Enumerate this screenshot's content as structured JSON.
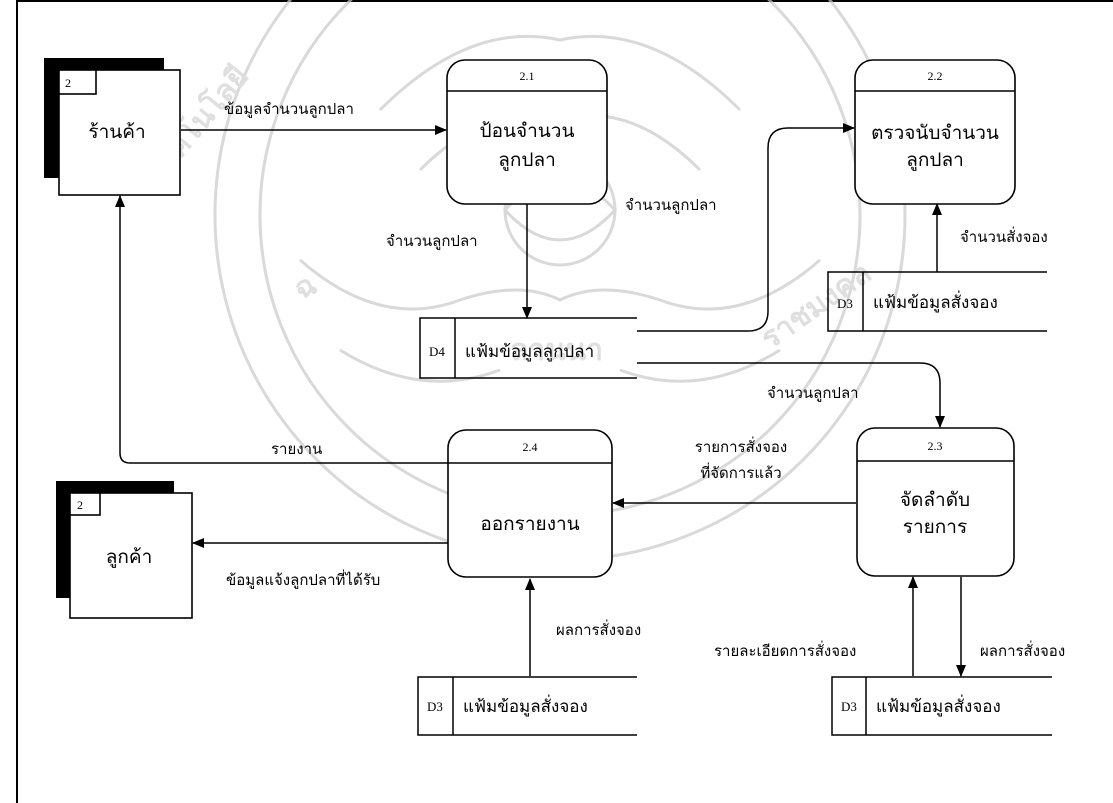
{
  "entities": [
    {
      "id": "store",
      "number": "2",
      "label": "ร้านค้า"
    },
    {
      "id": "customer",
      "number": "2",
      "label": "ลูกค้า"
    }
  ],
  "processes": [
    {
      "id": "p21",
      "number": "2.1",
      "lines": [
        "ป้อนจำนวน",
        "ลูกปลา"
      ]
    },
    {
      "id": "p22",
      "number": "2.2",
      "lines": [
        "ตรวจนับจำนวน",
        "ลูกปลา"
      ]
    },
    {
      "id": "p23",
      "number": "2.3",
      "lines": [
        "จัดลำดับ",
        "รายการ"
      ]
    },
    {
      "id": "p24",
      "number": "2.4",
      "lines": [
        "ออกรายงาน"
      ]
    }
  ],
  "stores": [
    {
      "id": "d4",
      "code": "D4",
      "label": "แฟ้มข้อมูลลูกปลา"
    },
    {
      "id": "d3a",
      "code": "D3",
      "label": "แฟ้มข้อมูลสั่งจอง"
    },
    {
      "id": "d3b",
      "code": "D3",
      "label": "แฟ้มข้อมูลสั่งจอง"
    },
    {
      "id": "d3c",
      "code": "D3",
      "label": "แฟ้มข้อมูลสั่งจอง"
    }
  ],
  "flows": [
    {
      "id": "f1",
      "lines": [
        "ข้อมูลจำนวนลูกปลา"
      ]
    },
    {
      "id": "f2",
      "lines": [
        "จำนวนลูกปลา"
      ]
    },
    {
      "id": "f3",
      "lines": [
        "จำนวนลูกปลา"
      ]
    },
    {
      "id": "f4",
      "lines": [
        "จำนวนสั่งจอง"
      ]
    },
    {
      "id": "f5",
      "lines": [
        "จำนวนลูกปลา"
      ]
    },
    {
      "id": "f6",
      "lines": [
        "รายการสั่งจอง",
        "ที่จัดการแล้ว"
      ]
    },
    {
      "id": "f7",
      "lines": [
        "รายงาน"
      ]
    },
    {
      "id": "f8",
      "lines": [
        "ข้อมูลแจ้งลูกปลาที่ได้รับ"
      ]
    },
    {
      "id": "f9",
      "lines": [
        "ผลการสั่งจอง"
      ]
    },
    {
      "id": "f10",
      "lines": [
        "รายละเอียดการสั่งจอง"
      ]
    },
    {
      "id": "f11",
      "lines": [
        "ผลการสั่งจอง"
      ]
    }
  ]
}
